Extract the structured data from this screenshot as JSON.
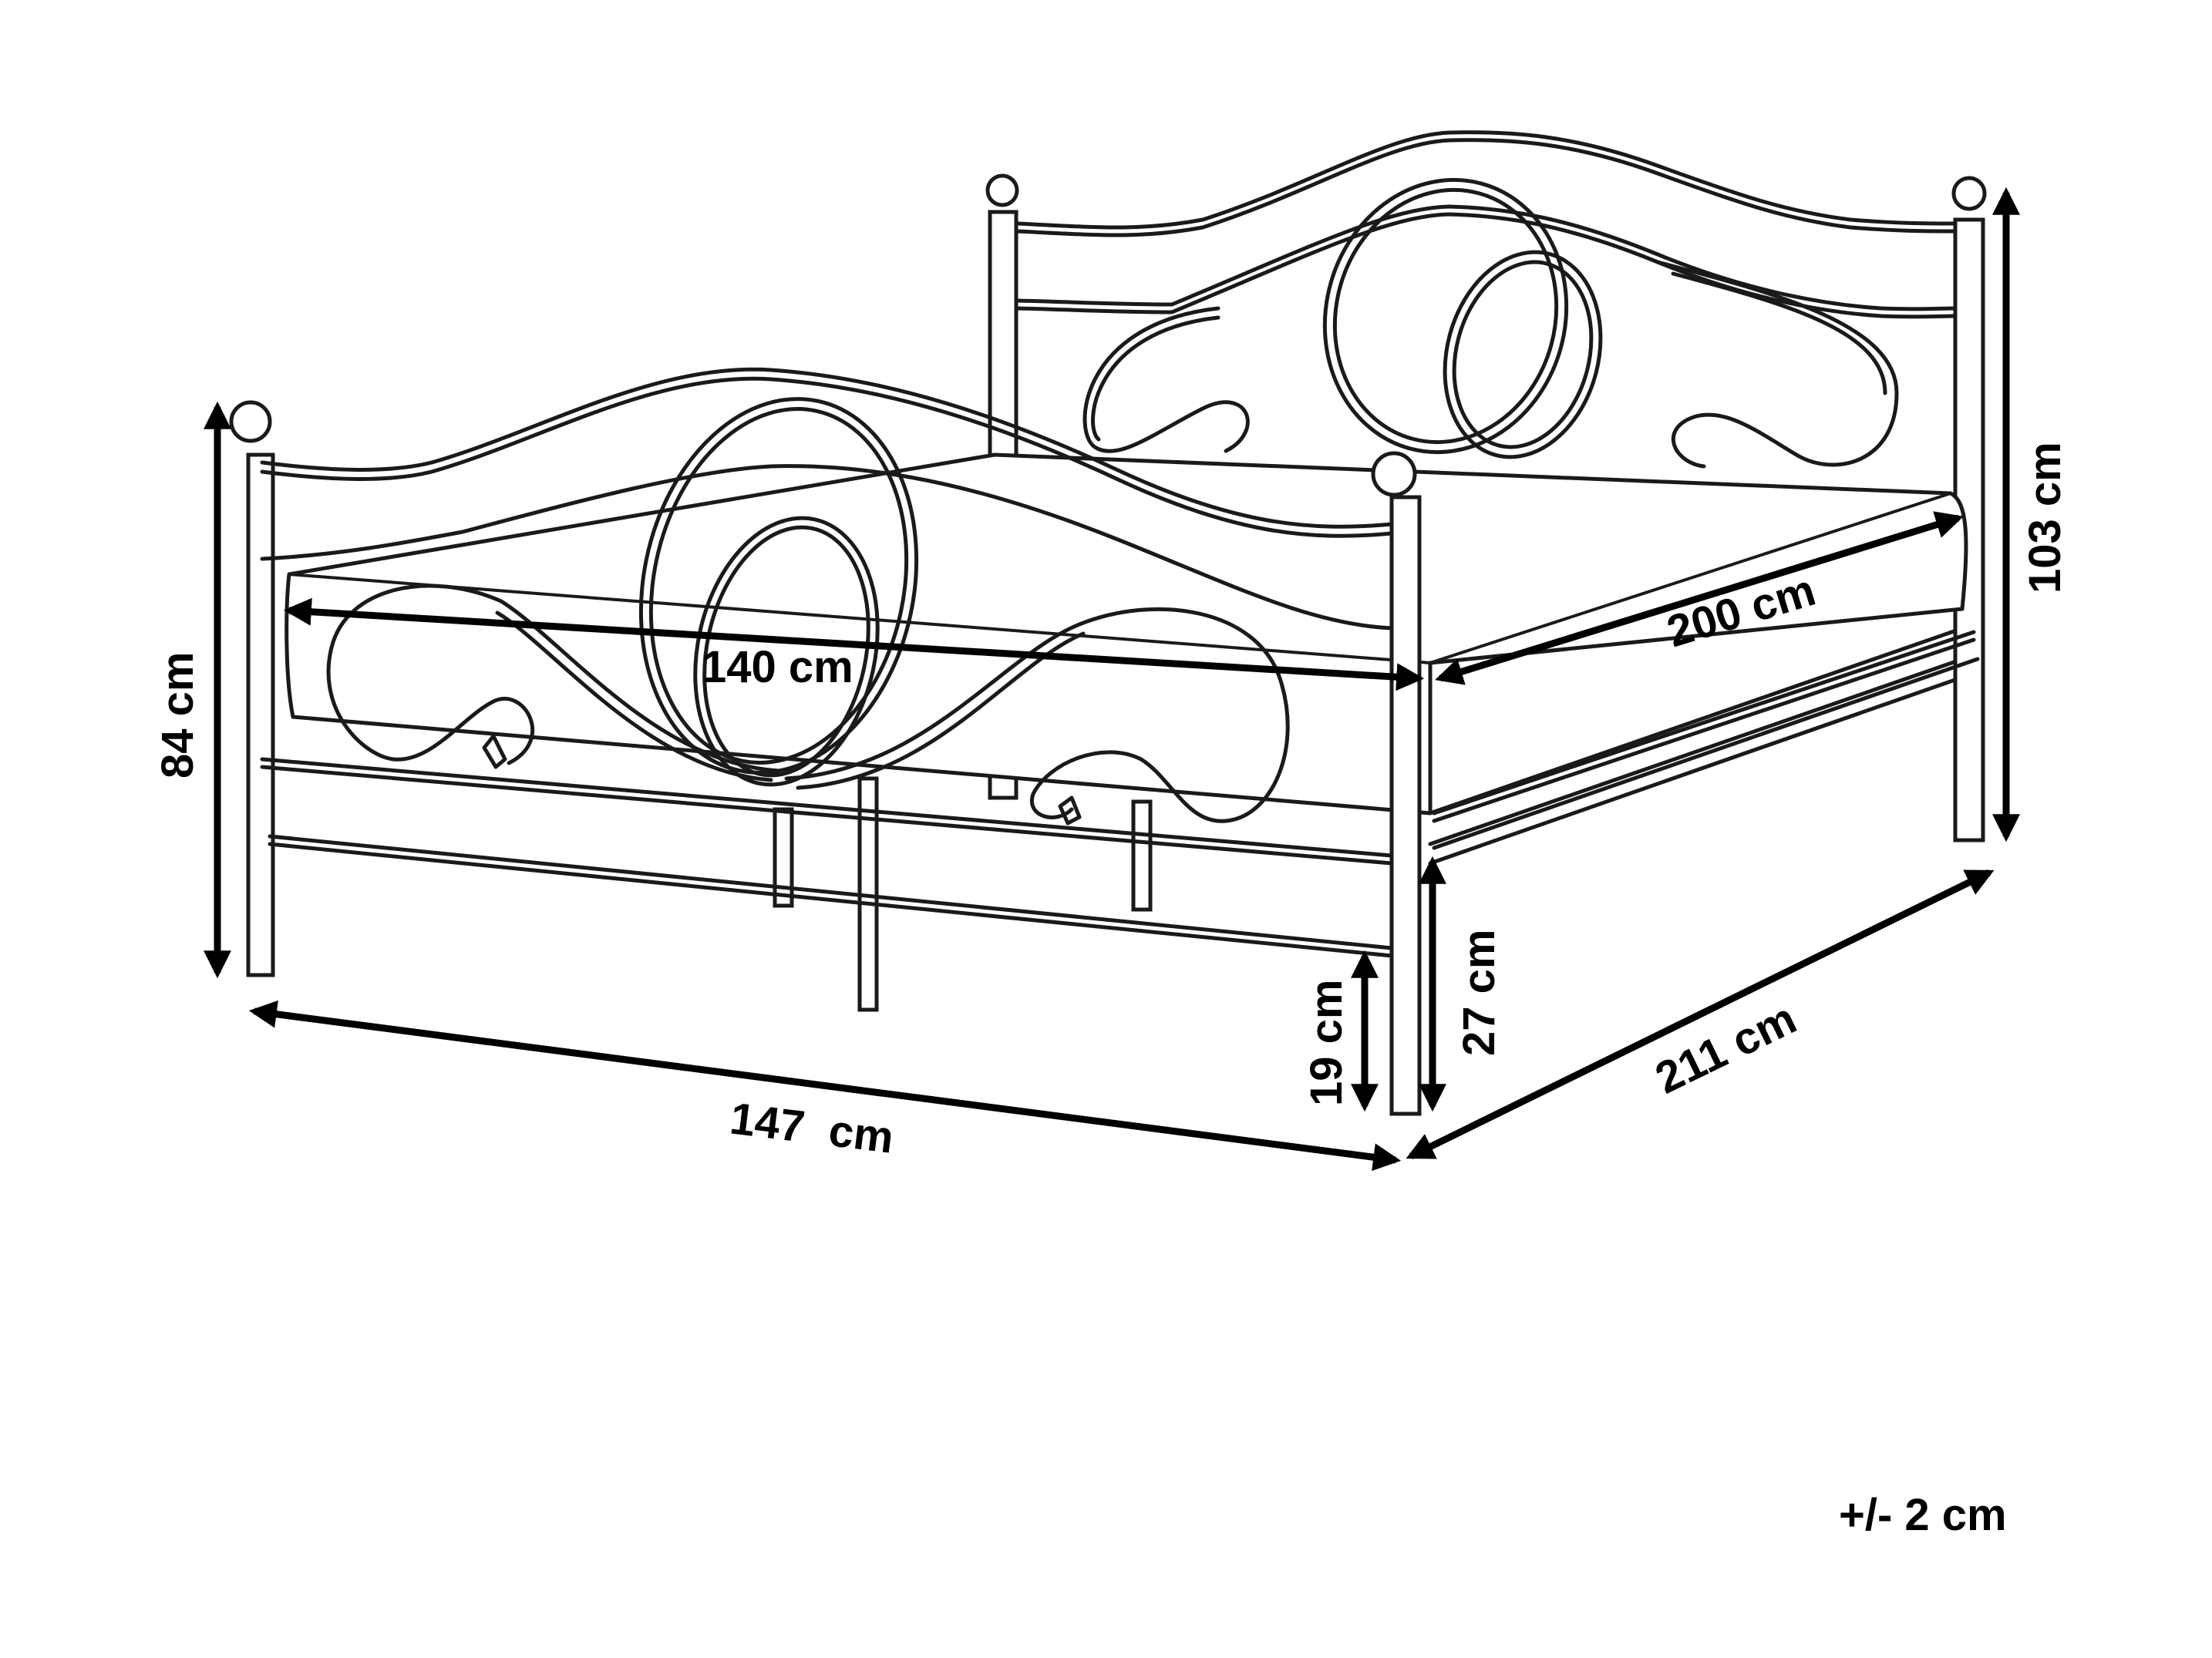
{
  "dimensions": {
    "mattress_width": "140 cm",
    "mattress_length": "200 cm",
    "footboard_height": "84 cm",
    "headboard_height": "103 cm",
    "total_width": "147  cm",
    "total_length": "211 cm",
    "underbed_clearance": "19 cm",
    "frame_height": "27 cm"
  },
  "tolerance": "+/- 2 cm",
  "colors": {
    "line": "#1a1a1a",
    "dimension": "#000000",
    "background": "#ffffff"
  }
}
